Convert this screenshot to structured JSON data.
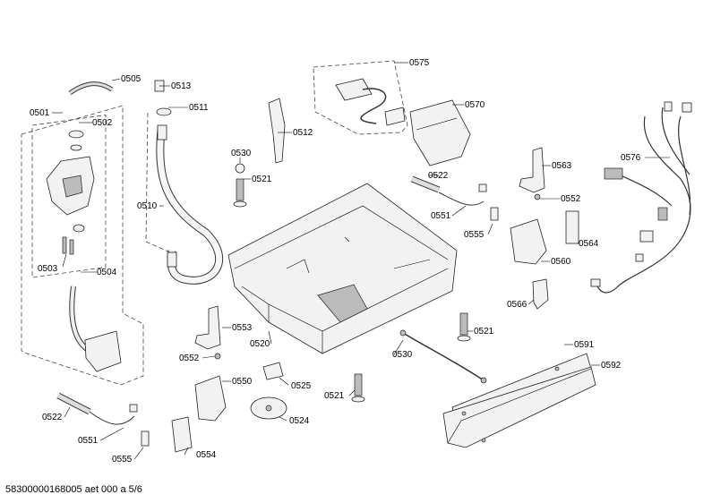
{
  "labels": {
    "p0505": "0505",
    "p0501": "0501",
    "p0502": "0502",
    "p0503": "0503",
    "p0504": "0504",
    "p0513": "0513",
    "p0511": "0511",
    "p0510": "0510",
    "p0512": "0512",
    "p0530a": "0530",
    "p0521a": "0521",
    "p0575": "0575",
    "p0570": "0570",
    "p0522a": "0522",
    "p0551a": "0551",
    "p0555a": "0555",
    "p0563": "0563",
    "p0552a": "0552",
    "p0564": "0564",
    "p0560": "0560",
    "p0576": "0576",
    "p0566": "0566",
    "p0521b": "0521",
    "p0553": "0553",
    "p0520": "0520",
    "p0552b": "0552",
    "p0530b": "0530",
    "p0591": "0591",
    "p0592": "0592",
    "p0550": "0550",
    "p0525": "0525",
    "p0521c": "0521",
    "p0524": "0524",
    "p0522b": "0522",
    "p0551b": "0551",
    "p0555b": "0555",
    "p0554": "0554"
  },
  "footer": "58300000168005 aet 000 a 5/6"
}
